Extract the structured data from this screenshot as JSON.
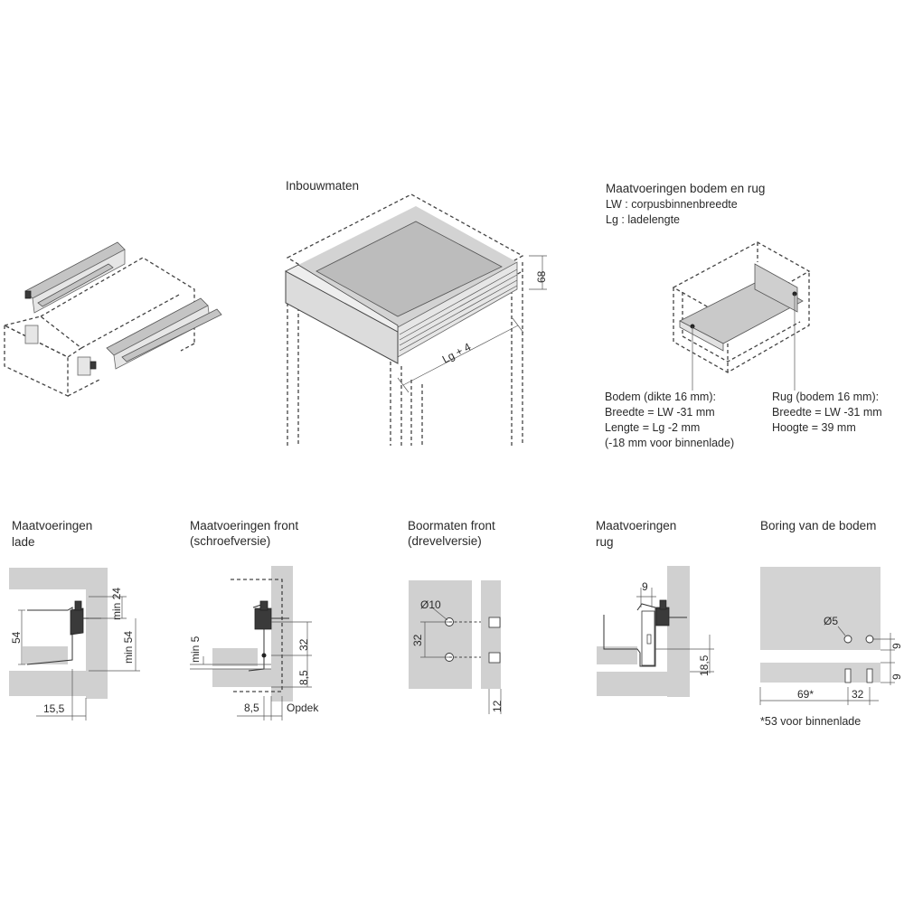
{
  "top": {
    "inbouwmaten": {
      "title": "Inbouwmaten",
      "dim_height": "68",
      "dim_length": "Lg + 4"
    },
    "bodem_rug": {
      "title": "Maatvoeringen bodem en rug",
      "legend_lw": "LW : corpusbinnenbreedte",
      "legend_lg": "Lg : ladelengte",
      "bodem": {
        "line1": "Bodem (dikte 16 mm):",
        "line2": "Breedte = LW -31 mm",
        "line3": "Lengte = Lg -2 mm",
        "line4": "(-18 mm voor binnenlade)"
      },
      "rug": {
        "line1": "Rug (bodem 16 mm):",
        "line2": "Breedte = LW -31 mm",
        "line3": "Hoogte = 39 mm"
      }
    }
  },
  "bottom": {
    "lade": {
      "title1": "Maatvoeringen",
      "title2": "lade",
      "dim_54": "54",
      "dim_min24": "min 24",
      "dim_min54": "min 54",
      "dim_155": "15,5"
    },
    "front": {
      "title1": "Maatvoeringen front",
      "title2": "(schroefversie)",
      "dim_min5": "min 5",
      "dim_32": "32",
      "dim_85v": "8,5",
      "dim_85h": "8,5",
      "dim_opdek": "Opdek"
    },
    "boormaten": {
      "title1": "Boormaten front",
      "title2": "(drevelversie)",
      "dim_d10": "Ø10",
      "dim_32": "32",
      "dim_12": "12"
    },
    "rug": {
      "title1": "Maatvoeringen",
      "title2": "rug",
      "dim_9": "9",
      "dim_185": "18,5"
    },
    "boring": {
      "title": "Boring van de bodem",
      "dim_d5": "Ø5",
      "dim_9a": "9",
      "dim_9b": "9",
      "dim_69": "69*",
      "dim_32": "32",
      "note": "*53 voor binnenlade"
    }
  }
}
